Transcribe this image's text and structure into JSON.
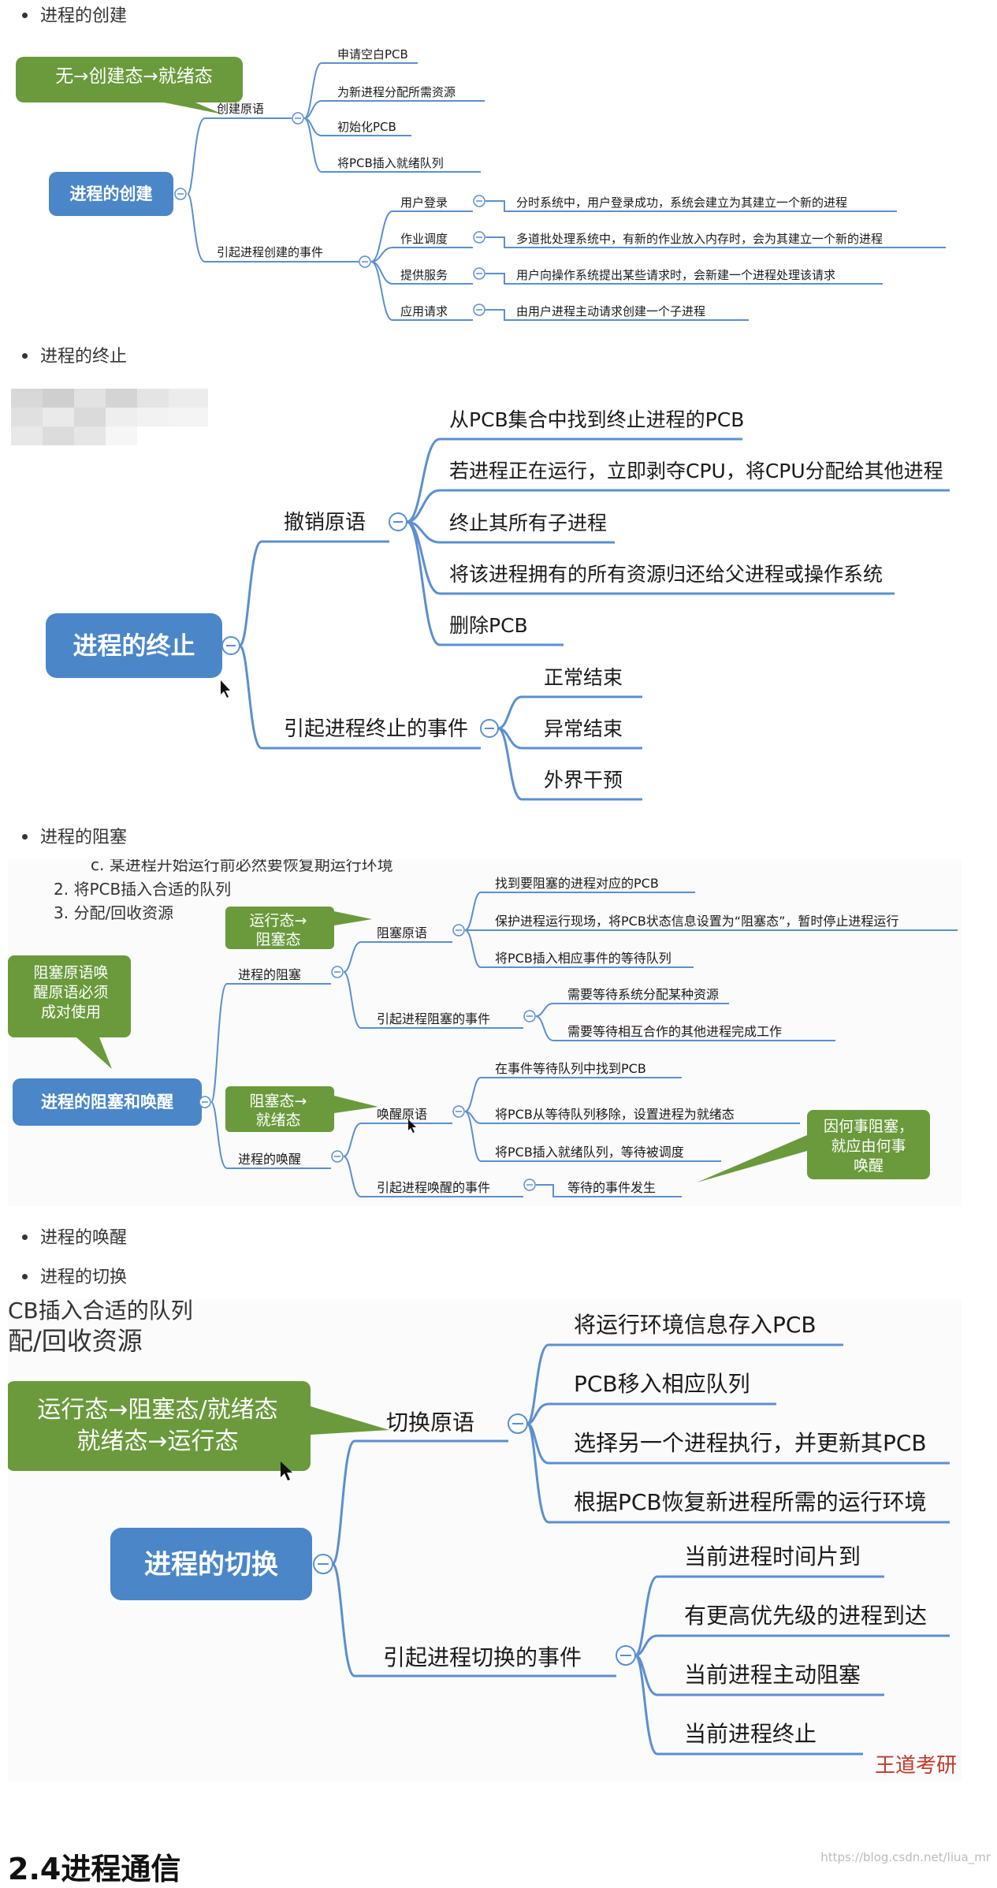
{
  "bullets": {
    "create": "进程的创建",
    "terminate": "进程的终止",
    "block": "进程的阻塞",
    "wake": "进程的唤醒",
    "switch": "进程的切换"
  },
  "create": {
    "root": "进程的创建",
    "callout": "无→创建态→就绪态",
    "branch1": "创建原语",
    "branch1_items": [
      "申请空白PCB",
      "为新进程分配所需资源",
      "初始化PCB",
      "将PCB插入就绪队列"
    ],
    "branch2": "引起进程创建的事件",
    "branch2_items": [
      {
        "label": "用户登录",
        "desc": "分时系统中，用户登录成功，系统会建立为其建立一个新的进程"
      },
      {
        "label": "作业调度",
        "desc": "多道批处理系统中，有新的作业放入内存时，会为其建立一个新的进程"
      },
      {
        "label": "提供服务",
        "desc": "用户向操作系统提出某些请求时，会新建一个进程处理该请求"
      },
      {
        "label": "应用请求",
        "desc": "由用户进程主动请求创建一个子进程"
      }
    ]
  },
  "terminate": {
    "root": "进程的终止",
    "branch1": "撤销原语",
    "branch1_items": [
      "从PCB集合中找到终止进程的PCB",
      "若进程正在运行，立即剥夺CPU，将CPU分配给其他进程",
      "终止其所有子进程",
      "将该进程拥有的所有资源归还给父进程或操作系统",
      "删除PCB"
    ],
    "branch2": "引起进程终止的事件",
    "branch2_items": [
      "正常结束",
      "异常结束",
      "外界干预"
    ]
  },
  "block": {
    "overlay_lines": [
      "c. 某进程开始运行前必然要恢复期运行环境",
      "2.  将PCB插入合适的队列",
      "3.  分配/回收资源"
    ],
    "root": "进程的阻塞和唤醒",
    "callout_main": [
      "阻塞原语唤",
      "醒原语必须",
      "成对使用"
    ],
    "callout_block": [
      "运行态→",
      "阻塞态"
    ],
    "callout_wake": [
      "阻塞态→",
      "就绪态"
    ],
    "callout_right": [
      "因何事阻塞，",
      "就应由何事",
      "唤醒"
    ],
    "block_branch": "进程的阻塞",
    "block_prim": "阻塞原语",
    "block_prim_items": [
      "找到要阻塞的进程对应的PCB",
      "保护进程运行现场，将PCB状态信息设置为“阻塞态”，暂时停止进程运行",
      "将PCB插入相应事件的等待队列"
    ],
    "block_event": "引起进程阻塞的事件",
    "block_event_items": [
      "需要等待系统分配某种资源",
      "需要等待相互合作的其他进程完成工作"
    ],
    "wake_branch": "进程的唤醒",
    "wake_prim": "唤醒原语",
    "wake_prim_items": [
      "在事件等待队列中找到PCB",
      "将PCB从等待队列移除，设置进程为就绪态",
      "将PCB插入就绪队列，等待被调度"
    ],
    "wake_event": "引起进程唤醒的事件",
    "wake_event_items": [
      "等待的事件发生"
    ]
  },
  "switch": {
    "overlay_lines": [
      "CB插入合适的队列",
      "配/回收资源"
    ],
    "root": "进程的切换",
    "callout": [
      "运行态→阻塞态/就绪态",
      "就绪态→运行态"
    ],
    "branch1": "切换原语",
    "branch1_items": [
      "将运行环境信息存入PCB",
      "PCB移入相应队列",
      "选择另一个进程执行，并更新其PCB",
      "根据PCB恢复新进程所需的运行环境"
    ],
    "branch2": "引起进程切换的事件",
    "branch2_items": [
      "当前进程时间片到",
      "有更高优先级的进程到达",
      "当前进程主动阻塞",
      "当前进程终止"
    ],
    "brand": "王道考研"
  },
  "section_title": "2.4进程通信",
  "watermark": "https://blog.csdn.net/liua_mr",
  "colors": {
    "root_blue": "#4a86c8",
    "line_blue": "#5b8fd0",
    "callout_green": "#6a9a3c",
    "brand_red": "#c0392b"
  }
}
